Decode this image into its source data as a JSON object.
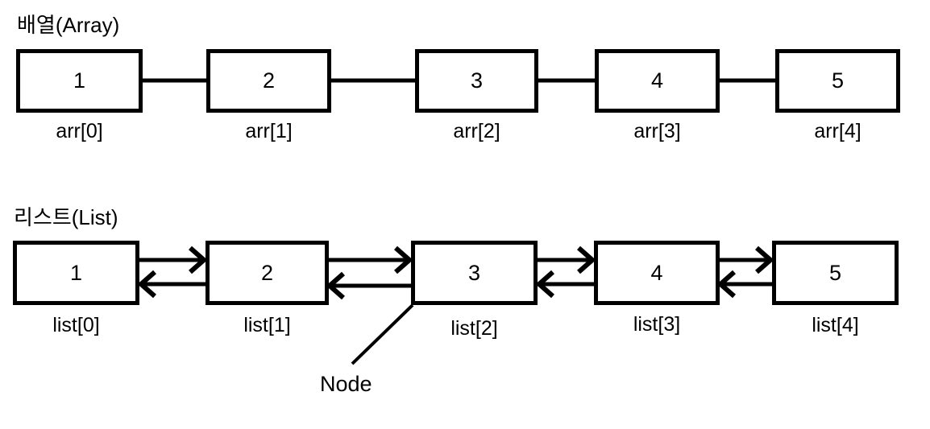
{
  "diagram": {
    "array_section": {
      "title": "배열(Array)",
      "items": [
        {
          "value": "1",
          "label": "arr[0]"
        },
        {
          "value": "2",
          "label": "arr[1]"
        },
        {
          "value": "3",
          "label": "arr[2]"
        },
        {
          "value": "4",
          "label": "arr[3]"
        },
        {
          "value": "5",
          "label": "arr[4]"
        }
      ]
    },
    "list_section": {
      "title": "리스트(List)",
      "items": [
        {
          "value": "1",
          "label": "list[0]"
        },
        {
          "value": "2",
          "label": "list[1]"
        },
        {
          "value": "3",
          "label": "list[2]"
        },
        {
          "value": "4",
          "label": "list[3]"
        },
        {
          "value": "5",
          "label": "list[4]"
        }
      ],
      "node_annotation": "Node"
    },
    "colors": {
      "foreground": "#000000",
      "background": "#ffffff"
    }
  }
}
